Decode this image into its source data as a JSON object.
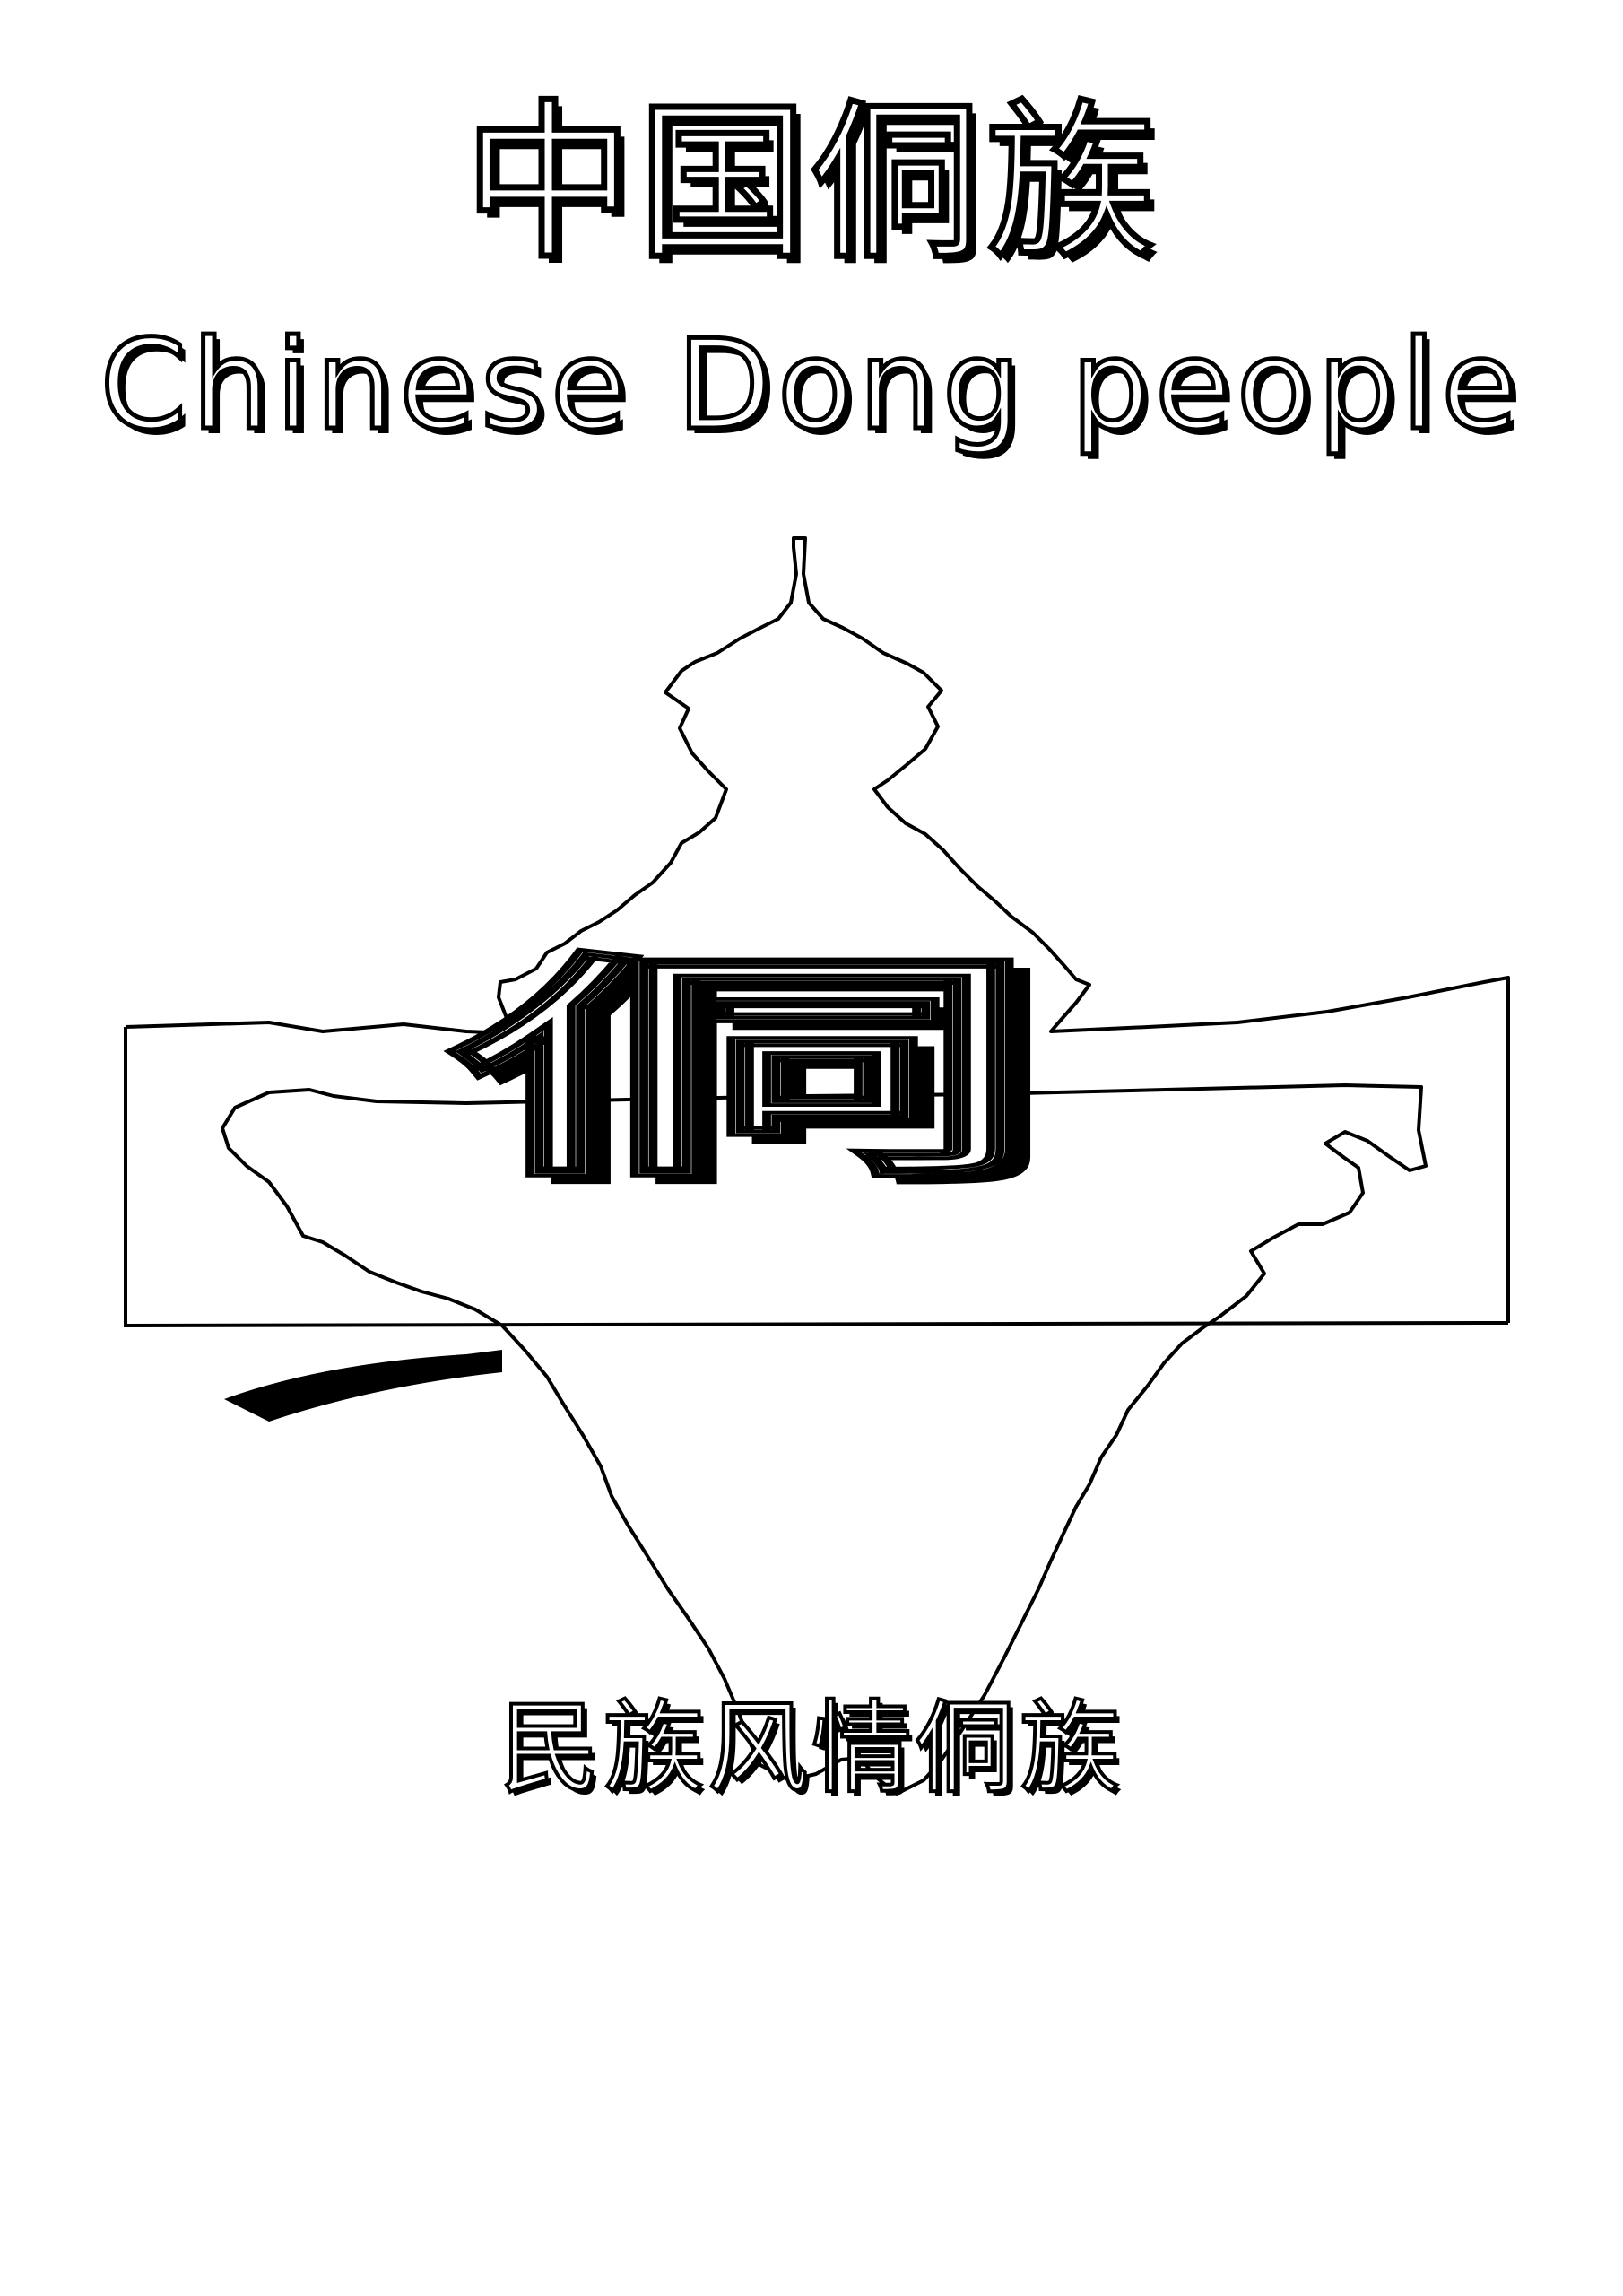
{
  "poster": {
    "title_cn": "中国侗族",
    "title_en": "Chinese Dong people",
    "emblem_glyph": "侗",
    "subtitle_cn": "民族风情侗族"
  },
  "colors": {
    "background": "#ffffff",
    "ink": "#000000"
  },
  "icons": {
    "emblem": "drum-tower-and-map-outline-icon"
  }
}
